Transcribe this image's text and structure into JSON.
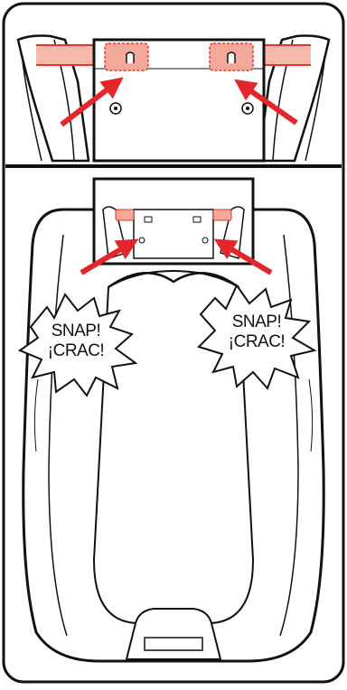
{
  "figure": {
    "bursts": [
      {
        "line1": "SNAP!",
        "line2": "¡CRAC!"
      },
      {
        "line1": "SNAP!",
        "line2": "¡CRAC!"
      }
    ],
    "colors": {
      "line": "#111111",
      "strap": "#e8332a",
      "strap_fill": "#f6b8a8",
      "tab_fill": "#f3a99a",
      "arrow": "#e4262b",
      "background": "#ffffff"
    }
  }
}
